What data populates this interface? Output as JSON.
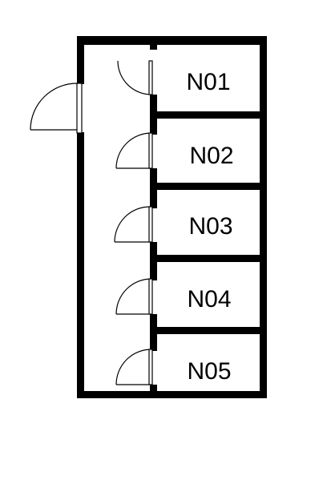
{
  "rooms": [
    {
      "label": "N01"
    },
    {
      "label": "N02"
    },
    {
      "label": "N03"
    },
    {
      "label": "N04"
    },
    {
      "label": "N05"
    }
  ],
  "colors": {
    "line": "#000000",
    "background": "#ffffff"
  }
}
